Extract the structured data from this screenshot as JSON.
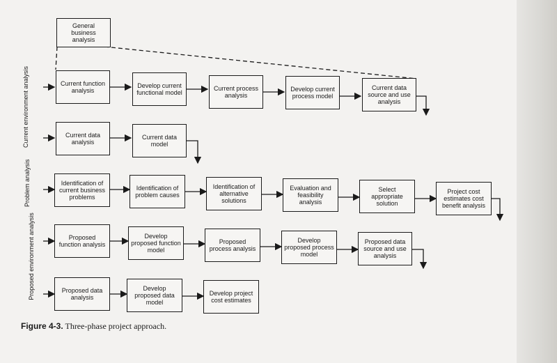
{
  "figure": {
    "number": "Figure 4-3.",
    "title": "Three-phase project approach."
  },
  "top_box": "General business analysis",
  "side_labels": {
    "current": "Current environment analysis",
    "problem": "Problem analysis",
    "proposed": "Proposed environment analysis"
  },
  "rows": {
    "r1": [
      "Current function analysis",
      "Develop current functional model",
      "Current process analysis",
      "Develop current process model",
      "Current data source and use analysis"
    ],
    "r2": [
      "Current data analysis",
      "Current data model"
    ],
    "r3": [
      "Identification of current business problems",
      "Identification of problem causes",
      "Identification of alternative solutions",
      "Evaluation and feasibility analysis",
      "Select appropriate solution",
      "Project cost estimates cost benefit analysis"
    ],
    "r4": [
      "Proposed function analysis",
      "Develop proposed function model",
      "Proposed process analysis",
      "Develop proposed process model",
      "Proposed data source and use analysis"
    ],
    "r5": [
      "Proposed data analysis",
      "Develop proposed data model",
      "Develop project cost estimates"
    ]
  }
}
